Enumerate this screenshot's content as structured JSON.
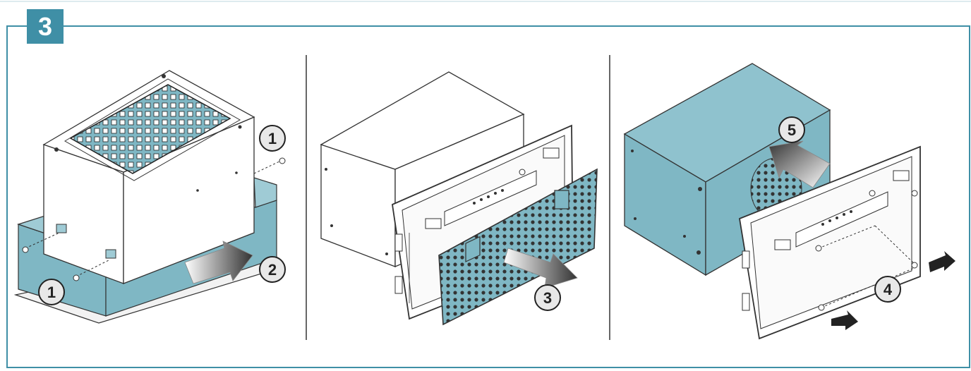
{
  "step": {
    "number": "3"
  },
  "callouts": {
    "c1": "1",
    "c2": "2",
    "c3": "3",
    "c4": "4",
    "c5": "5"
  },
  "colors": {
    "teal": "#7fb7c4",
    "frame": "#3f8fa6",
    "badge": "#3f8fa6",
    "arrow_grey": "#555555",
    "callout_fill": "#e8e8e8"
  }
}
